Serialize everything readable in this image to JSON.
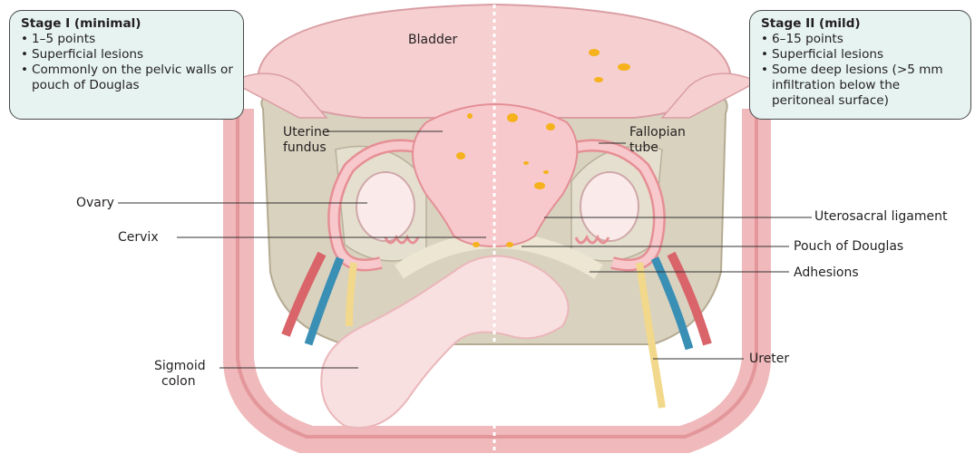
{
  "stage1": {
    "title": "Stage I (minimal)",
    "items": [
      "1–5 points",
      "Superficial lesions",
      "Commonly on the pelvic walls or pouch of Douglas"
    ]
  },
  "stage2": {
    "title": "Stage II (mild)",
    "items": [
      "6–15 points",
      "Superficial lesions",
      "Some deep lesions (>5 mm infiltration below the peritoneal surface)"
    ]
  },
  "labels": {
    "bladder": "Bladder",
    "uterine_fundus_1": "Uterine",
    "uterine_fundus_2": "fundus",
    "fallopian_tube_1": "Fallopian",
    "fallopian_tube_2": "tube",
    "ovary": "Ovary",
    "cervix": "Cervix",
    "uterosacral_ligament": "Uterosacral ligament",
    "pouch_of_douglas": "Pouch of Douglas",
    "adhesions": "Adhesions",
    "ureter": "Ureter",
    "sigmoid_colon_1": "Sigmoid",
    "sigmoid_colon_2": "colon"
  },
  "colors": {
    "pink_tissue": "#f7c9cc",
    "pelvic_wall": "#e8a0a4",
    "peritoneum": "#d9d2bf",
    "lesion": "#f5b21c",
    "artery": "#d9646a",
    "vein": "#3a8fb5",
    "ureter": "#f2d88a",
    "box_fill": "#e6f3f1"
  }
}
